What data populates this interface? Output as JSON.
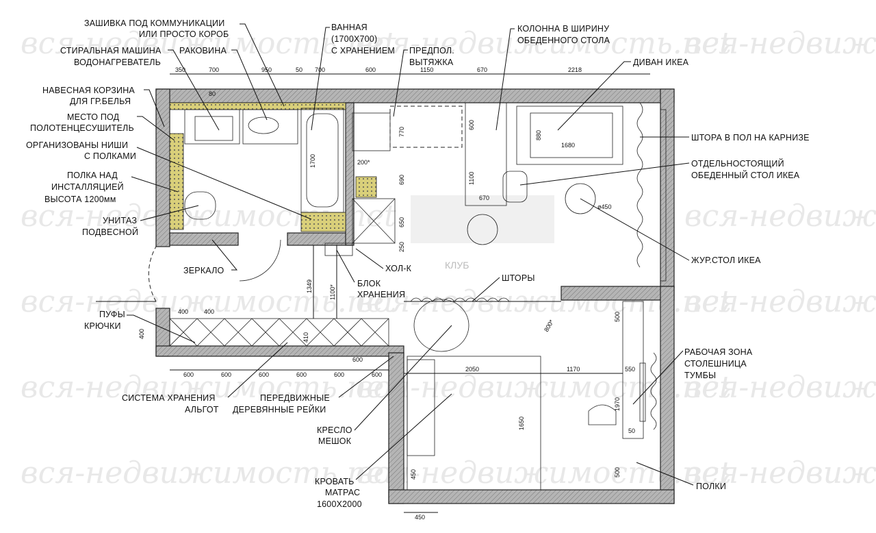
{
  "watermark": "вся-недвижимость.net",
  "logo": "КЛУБ",
  "labels": {
    "utility_box": [
      "ЗАШИВКА ПОД КОММУНИКАЦИИ",
      "ИЛИ ПРОСТО КОРОБ"
    ],
    "bath": [
      "ВАННАЯ",
      "(1700Х700)",
      "С ХРАНЕНИЕМ"
    ],
    "washer": [
      "СТИРАЛЬНАЯ МАШИНА",
      "ВОДОНАГРЕВАТЕЛЬ"
    ],
    "sink": "РАКОВИНА",
    "hood": [
      "ПРЕДПОЛ.",
      "ВЫТЯЖКА"
    ],
    "column": [
      "КОЛОННА В ШИРИНУ",
      "ОБЕДЕННОГО СТОЛА"
    ],
    "sofa": "ДИВАН ИКЕА",
    "basket": [
      "НАВЕСНАЯ КОРЗИНА",
      "ДЛЯ ГР.БЕЛЬЯ"
    ],
    "towel": [
      "МЕСТО ПОД",
      "ПОЛОТЕНЦЕСУШИТЕЛЬ"
    ],
    "niches": [
      "ОРГАНИЗОВАНЫ НИШИ",
      "С ПОЛКАМИ"
    ],
    "shelf_install": [
      "ПОЛКА НАД",
      "ИНСТАЛЛЯЦИЕЙ",
      "ВЫСОТА 1200мм"
    ],
    "toilet": [
      "УНИТАЗ",
      "ПОДВЕСНОЙ"
    ],
    "mirror": "ЗЕРКАЛО",
    "poufs": [
      "ПУФЫ",
      "КРЮЧКИ"
    ],
    "fridge": "ХОЛ-К",
    "storage_block": [
      "БЛОК",
      "ХРАНЕНИЯ"
    ],
    "curtains": "ШТОРЫ",
    "floor_curtain": "ШТОРА В ПОЛ НА КАРНИЗЕ",
    "dining_table": [
      "ОТДЕЛЬНОСТОЯЩИЙ",
      "ОБЕДЕННЫЙ СТОЛ ИКЕА"
    ],
    "coffee_table": "ЖУР.СТОЛ ИКЕА",
    "workspace": [
      "РАБОЧАЯ ЗОНА",
      "СТОЛЕШНИЦА",
      "ТУМБЫ"
    ],
    "shelves": "ПОЛКИ",
    "algot": [
      "СИСТЕМА ХРАНЕНИЯ",
      "АЛЬГОТ"
    ],
    "slats": [
      "ПЕРЕДВИЖНЫЕ",
      "ДЕРЕВЯННЫЕ РЕЙКИ"
    ],
    "beanbag": [
      "КРЕСЛО",
      "МЕШОК"
    ],
    "bed": [
      "КРОВАТЬ",
      "МАТРАС",
      "1600Х2000"
    ]
  },
  "dims": {
    "top": [
      "350",
      "700",
      "950",
      "50",
      "700",
      "600",
      "1150",
      "670",
      "2218"
    ],
    "d80": "80",
    "d1700": "1700",
    "d770": "770",
    "d600": "600",
    "d1100": "1100",
    "d670": "670",
    "d880": "880",
    "d1680": "1680",
    "d690": "690",
    "d650": "650",
    "d250": "250",
    "d200": "200*",
    "d1349": "1349",
    "d1100s": "1100*",
    "d400a": "400",
    "d400b": "400",
    "d400v": "400",
    "d410": "410",
    "bottom": [
      "600",
      "600",
      "600",
      "600",
      "600",
      "600",
      "600"
    ],
    "d2050": "2050",
    "d1170": "1170",
    "d1650": "1650",
    "d1970": "1970",
    "d550": "550",
    "d500a": "500",
    "d500b": "500",
    "d50": "50",
    "d450v": "450",
    "d450h": "450",
    "d800": "800*",
    "d450c": "ø450"
  }
}
